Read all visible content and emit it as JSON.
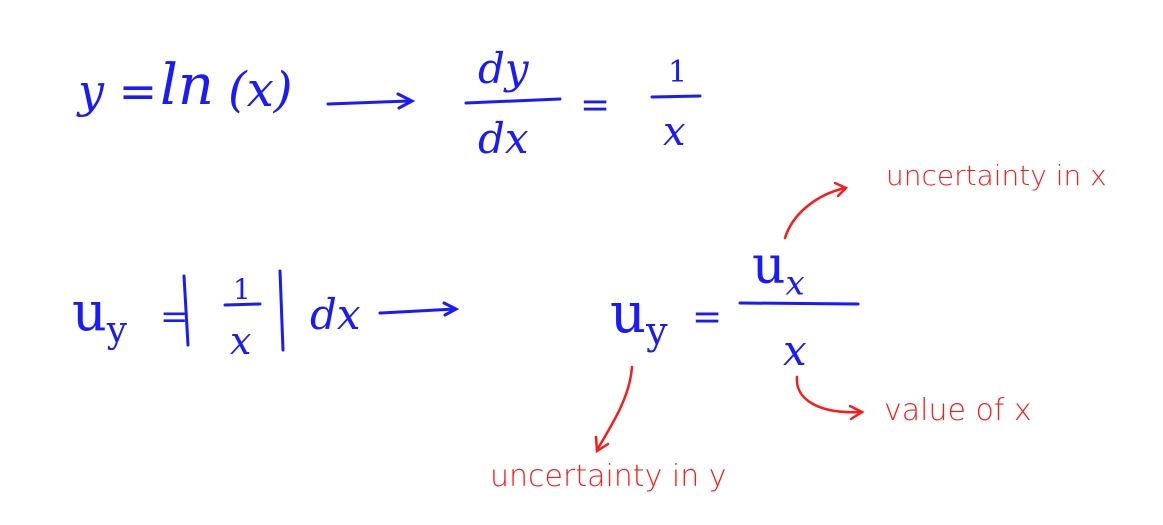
{
  "colors": {
    "equation_ink": "#1a1aff",
    "annotation_ink": "#ff1a1a",
    "background": "#ffffff"
  },
  "row1": {
    "lhs": "y =",
    "func": "ln",
    "arg": "(x)",
    "deriv_num": "dy",
    "deriv_den": "dx",
    "equals": "=",
    "rhs_num": "1",
    "rhs_den": "x"
  },
  "row2": {
    "lhs": "u",
    "lhs_sub": "y",
    "equals": "=",
    "abs_num": "1",
    "abs_den": "x",
    "dx": "dx"
  },
  "row3": {
    "lhs": "u",
    "lhs_sub": "y",
    "equals": "=",
    "num": "u",
    "num_sub": "x",
    "den": "x"
  },
  "annotations": {
    "ux": "uncertainty in x",
    "x": "value of x",
    "uy": "uncertainty in y"
  }
}
